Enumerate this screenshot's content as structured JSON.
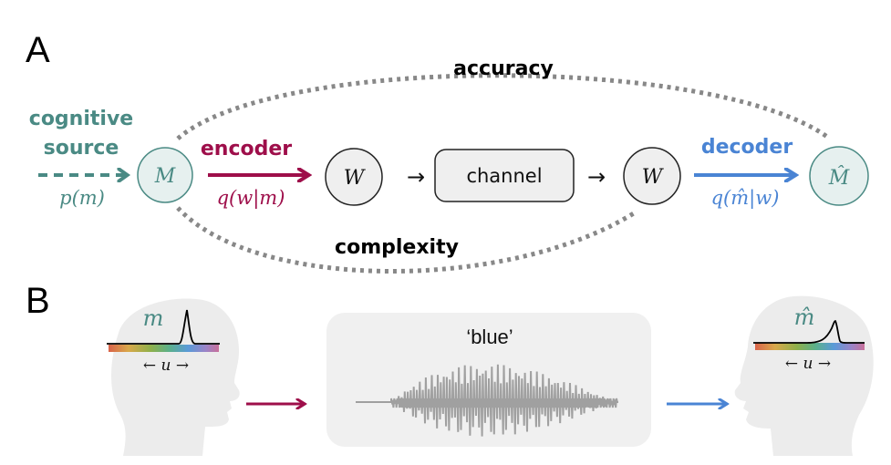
{
  "panels": {
    "a_label": "A",
    "b_label": "B"
  },
  "colors": {
    "source": "#4a8a84",
    "source_fill": "#e6f0ef",
    "encoder": "#9e0e4a",
    "decoder": "#4a84d4",
    "neutral_fill": "#efefef",
    "dotted": "#888888",
    "head": "#ededed"
  },
  "panel_a": {
    "source_label_line1": "cognitive",
    "source_label_line2": "source",
    "source_prob": "p(m)",
    "node_m": "M",
    "encoder_label": "encoder",
    "encoder_prob": "q(w|m)",
    "node_w1": "W",
    "arrow1": "→",
    "channel_label": "channel",
    "arrow2": "→",
    "node_w2": "W",
    "decoder_label": "decoder",
    "decoder_prob": "q(m̂|w)",
    "node_mhat": "M̂",
    "accuracy_label": "accuracy",
    "complexity_label": "complexity"
  },
  "panel_b": {
    "speaker_meaning": "m",
    "speaker_axis": "← u →",
    "word": "‘blue’",
    "listener_meaning": "m̂",
    "listener_axis": "← u →"
  }
}
